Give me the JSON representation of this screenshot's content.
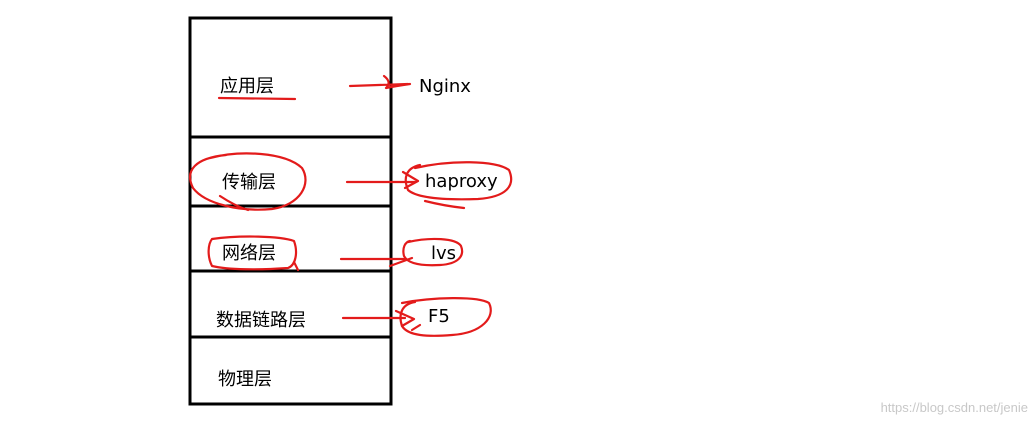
{
  "layers": [
    {
      "label": "应用层",
      "product": "Nginx"
    },
    {
      "label": "传输层",
      "product": "haproxy"
    },
    {
      "label": "网络层",
      "product": "lvs"
    },
    {
      "label": "数据链路层",
      "product": "F5"
    },
    {
      "label": "物理层"
    }
  ],
  "watermark": "https://blog.csdn.net/jenie",
  "colors": {
    "ink": "#e31b1b",
    "frame": "#000000"
  }
}
